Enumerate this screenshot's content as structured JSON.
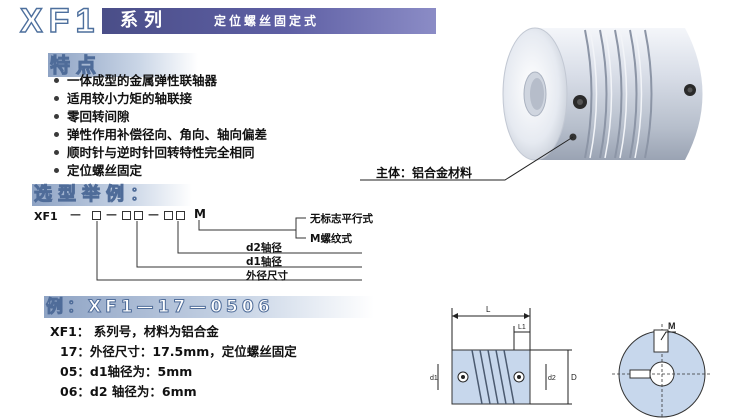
{
  "header": {
    "brand": "XF1",
    "series_label": "系列",
    "subtitle": "定位螺丝固定式"
  },
  "features": {
    "heading": "特点",
    "items": [
      "一体成型的金属弹性联轴器",
      "适用较小力矩的轴联接",
      "零回转间隙",
      "弹性作用补偿径向、角向、轴向偏差",
      "顺时针与逆时针回转特性完全相同",
      "定位螺丝固定"
    ]
  },
  "product": {
    "main_body_label": "主体：铝合金材料"
  },
  "selection": {
    "heading": "选型举例：",
    "code_prefix": "XF1",
    "dash": "—",
    "suffix_m": "M",
    "labels": {
      "no_mark": "无标志平行式",
      "m_thread": "M螺纹式",
      "d2": "d2轴径",
      "d1": "d1轴径",
      "outer": "外径尺寸"
    }
  },
  "example": {
    "heading": "例：XF1—17—0506",
    "lines": [
      "XF1：  系列号，材料为铝合金",
      "17：外径尺寸：17.5mm，定位螺丝固定",
      "05：d1轴径为：5mm",
      "06：d2 轴径为：6mm"
    ]
  },
  "drawing": {
    "dim_L": "L",
    "dim_L1": "L1",
    "dim_D": "D",
    "dim_d1": "d1",
    "dim_d2": "d2",
    "dim_M": "M"
  },
  "colors": {
    "title_bar": "#5e5fa4",
    "heading_outline": "#4f6c99",
    "section_bar": "#8ea3c4"
  }
}
